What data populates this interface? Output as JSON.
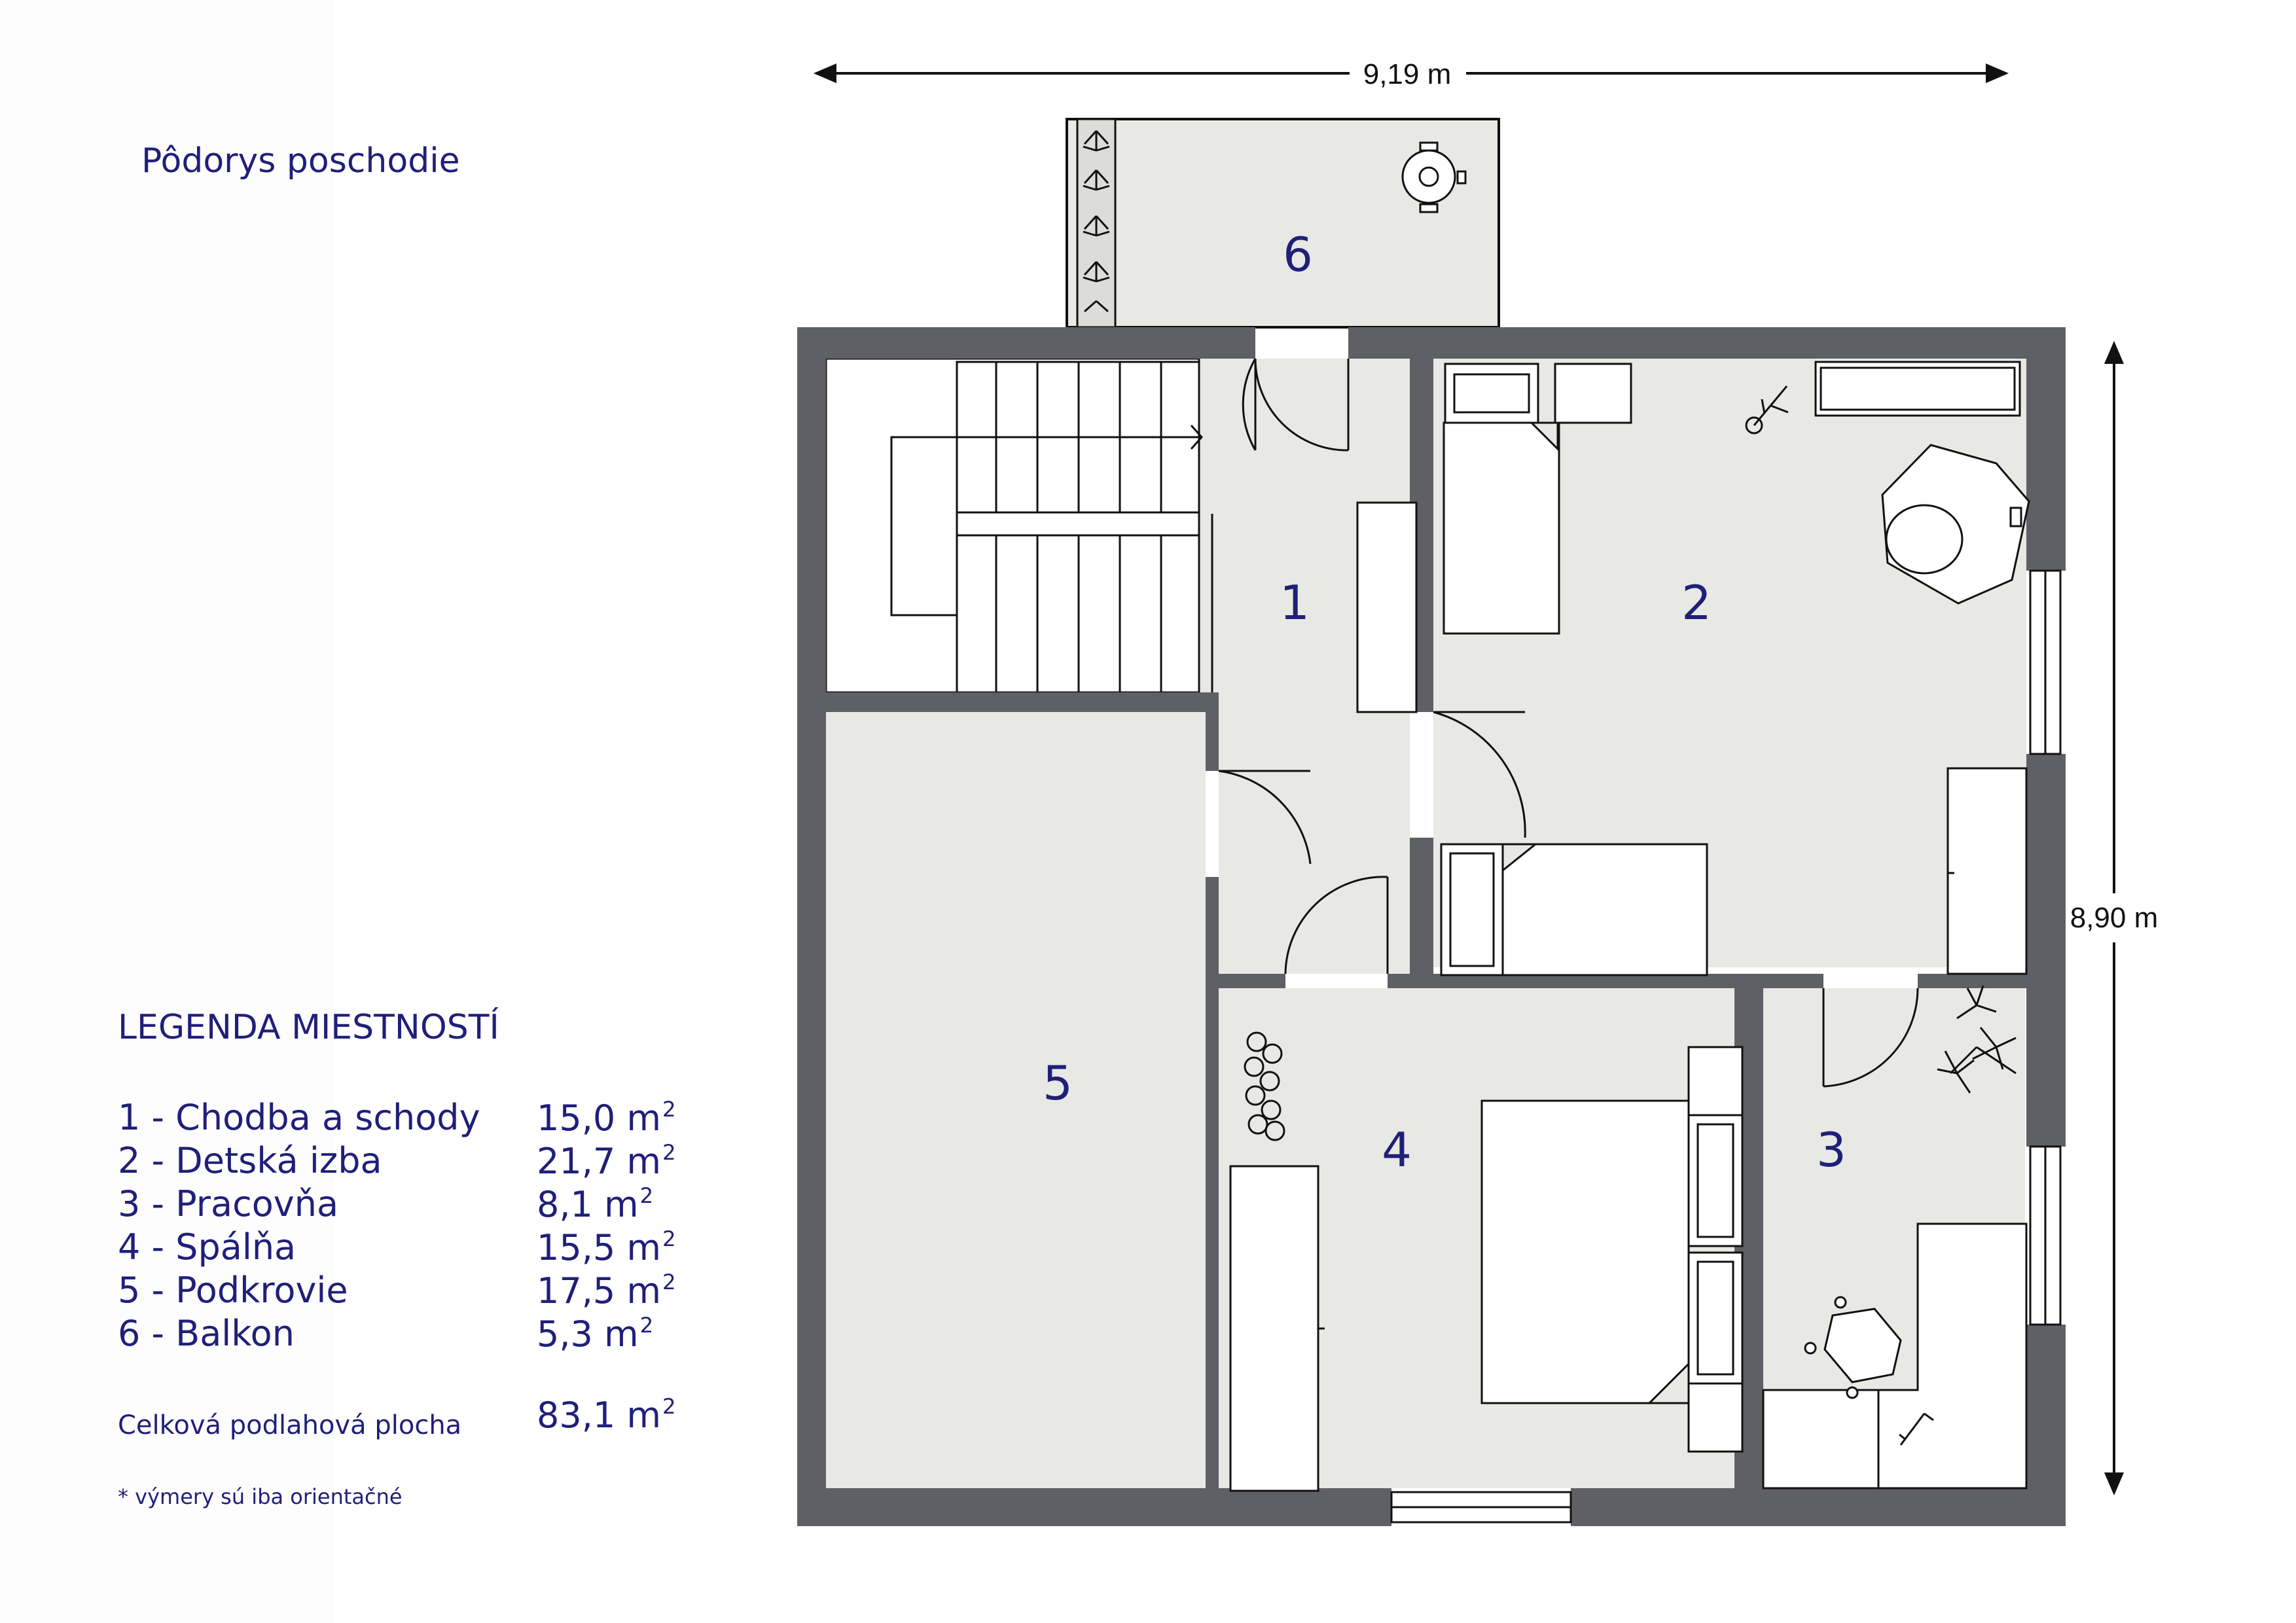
{
  "title": "Pôdorys poschodie",
  "dimensions": {
    "width": "9,19 m",
    "height": "8,90 m"
  },
  "legend": {
    "title": "LEGENDA MIESTNOSTÍ",
    "rooms": [
      {
        "number": "1",
        "label": "1 - Chodba a schody",
        "area": "15,0 m",
        "unit_exp": "2"
      },
      {
        "number": "2",
        "label": "2 - Detská izba",
        "area": "21,7 m",
        "unit_exp": "2"
      },
      {
        "number": "3",
        "label": "3 - Pracovňa",
        "area": "8,1 m",
        "unit_exp": "2"
      },
      {
        "number": "4",
        "label": "4 - Spálňa",
        "area": "15,5 m",
        "unit_exp": "2"
      },
      {
        "number": "5",
        "label": "5 - Podkrovie",
        "area": "17,5 m",
        "unit_exp": "2"
      },
      {
        "number": "6",
        "label": "6 - Balkon",
        "area": "5,3 m",
        "unit_exp": "2"
      }
    ],
    "total_label": "Celková podlahová plocha",
    "total_area": "83,1 m",
    "total_exp": "2",
    "note": "*  výmery sú iba orientačné"
  },
  "colors": {
    "text": "#1f1f7a",
    "wall": "#5f6066",
    "floor": "#e8e9e4",
    "line": "#111111"
  },
  "icons": [
    "stairs-arrow",
    "plant",
    "armchair",
    "table-lamp",
    "desk-chair",
    "round-table"
  ]
}
